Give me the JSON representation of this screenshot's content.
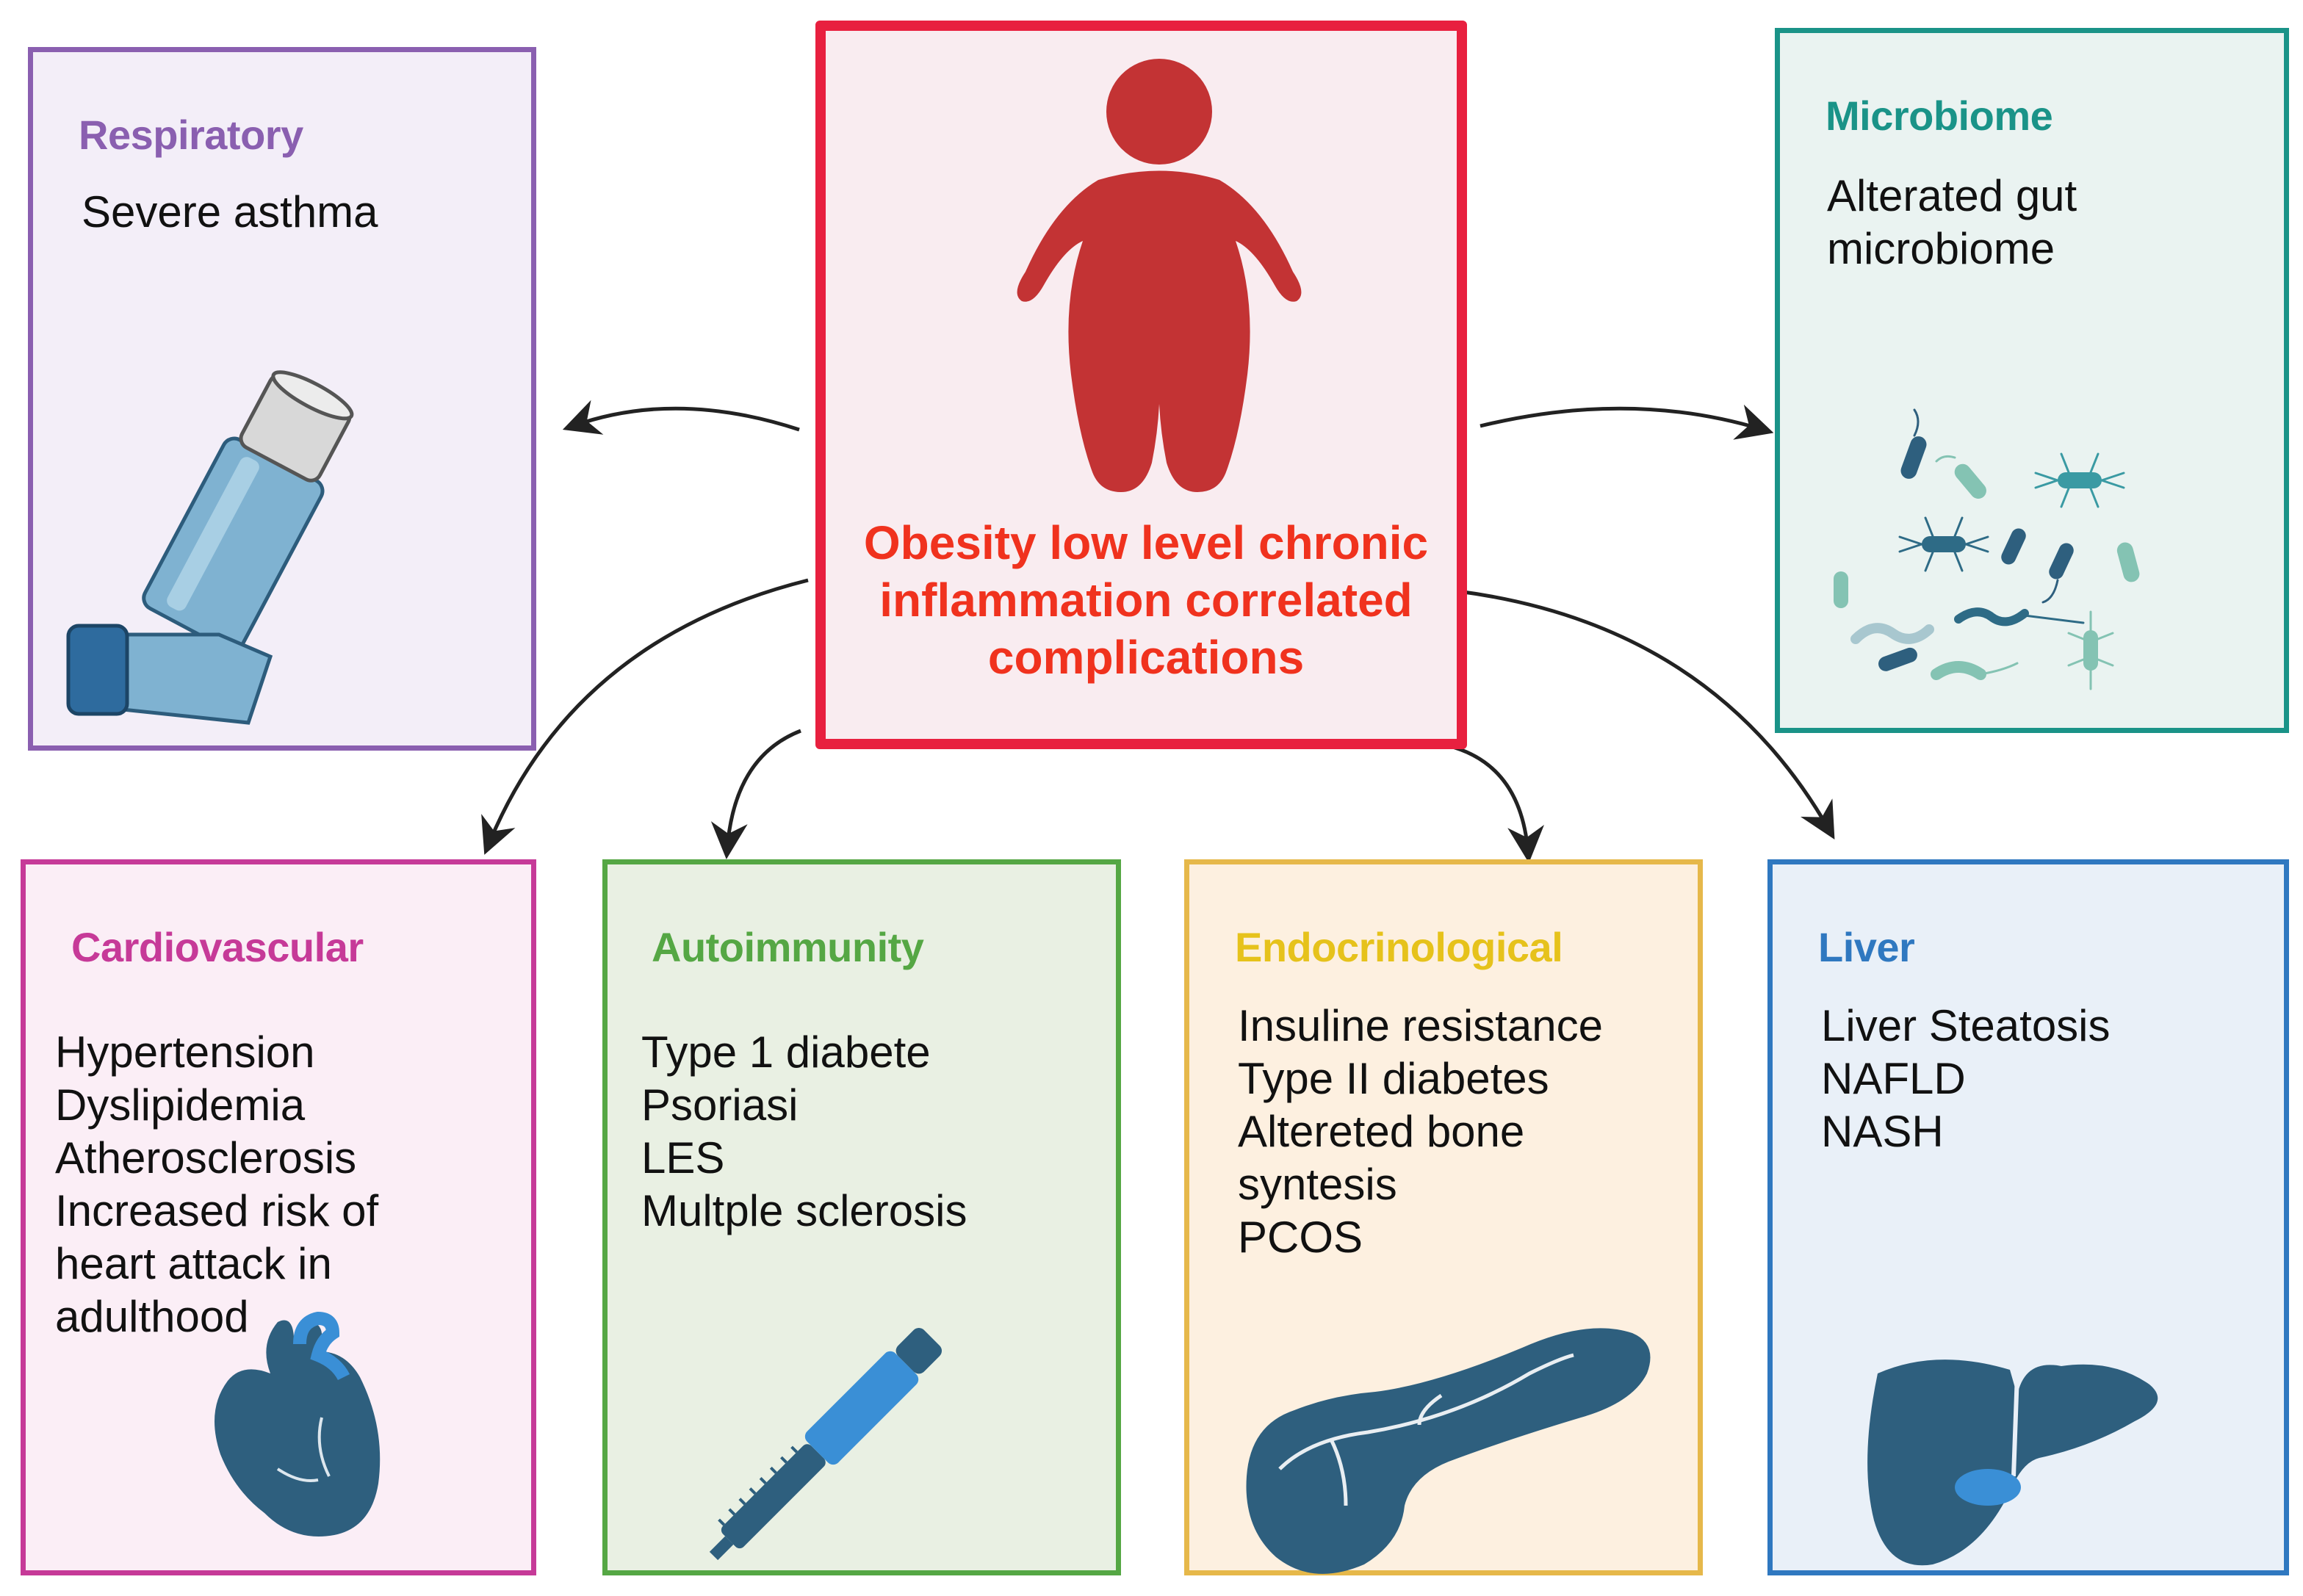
{
  "center": {
    "text_lines": [
      "Obesity low level chronic",
      "inflammation correlated",
      "complications"
    ],
    "color": "#f0321e",
    "border_color": "#e8203f",
    "figure_color": "#c33334",
    "icon": "obese-person-icon"
  },
  "boxes": {
    "respiratory": {
      "title": "Respiratory",
      "items": [
        "Severe asthma"
      ],
      "color": "#8a5fb0",
      "icon": "inhaler-icon"
    },
    "microbiome": {
      "title": "Microbiome",
      "items": [
        "Alterated gut",
        "microbiome"
      ],
      "color": "#1a9388",
      "icon": "bacteria-icon"
    },
    "cardiovascular": {
      "title": "Cardiovascular",
      "items": [
        "Hypertension",
        "Dyslipidemia",
        "Atherosclerosis",
        "Increased risk of",
        "heart attack in",
        "adulthood"
      ],
      "color": "#c63a98",
      "icon": "heart-icon"
    },
    "autoimmunity": {
      "title": "Autoimmunity",
      "items": [
        "Type 1 diabete",
        "Psoriasi",
        "LES",
        "Multple sclerosis"
      ],
      "color": "#55a744",
      "icon": "insulin-pen-icon"
    },
    "endocrinological": {
      "title": "Endocrinological",
      "items": [
        "Insuline resistance",
        "Type II diabetes",
        "Altereted bone",
        "syntesis",
        "PCOS"
      ],
      "color": "#e6c21b",
      "icon": "pancreas-icon"
    },
    "liver": {
      "title": "Liver",
      "items": [
        "Liver Steatosis",
        "NAFLD",
        "NASH"
      ],
      "color": "#2f78c0",
      "icon": "liver-icon"
    }
  }
}
